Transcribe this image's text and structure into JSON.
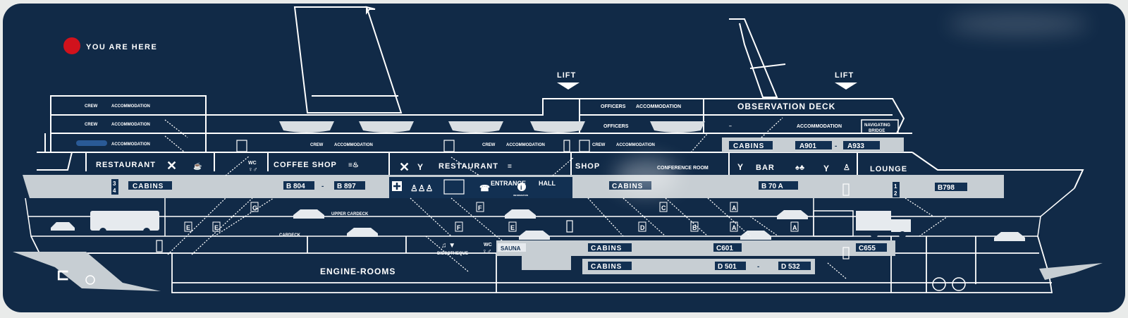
{
  "legend": {
    "label": "YOU ARE HERE",
    "marker_color": "#d1121c"
  },
  "lifts": [
    "LIFT",
    "LIFT"
  ],
  "crew_rows": [
    "CREW",
    "CREW",
    "CREW"
  ],
  "accommodation_word": "ACCOMMODATION",
  "officers_rows": [
    "OFFICERS",
    "OFFICERS"
  ],
  "observation_deck": "OBSERVATION DECK",
  "navigating_bridge": [
    "NAVIGATING",
    "BRIDGE"
  ],
  "cabins_upper": {
    "label": "CABINS",
    "from": "A901",
    "dash": "-",
    "to": "A933"
  },
  "public_deck": {
    "restaurant_aft": "RESTAURANT",
    "wc": "WC",
    "coffee_shop": "COFFEE SHOP",
    "restaurant_mid": "RESTAURANT",
    "shop": "SHOP",
    "conference_room": "CONFERENCE ROOM",
    "bar": "BAR",
    "lounge": "LOUNGE"
  },
  "entrance_hall": {
    "left": "ENTRANCE",
    "right": "HALL",
    "info": "i",
    "info_caption": "INFORMATION"
  },
  "cabins_mid": {
    "label_aft": "CABINS",
    "b_from": "B 804",
    "dash": "-",
    "b_to": "B 897",
    "label_fwd": "CABINS",
    "b70": "B 70 A",
    "b798": "B798",
    "deck_numbers": [
      "3",
      "4",
      "1",
      "2"
    ]
  },
  "car_decks": {
    "upper": "UPPER CARDECK",
    "lower": "CARDECK"
  },
  "lower_decks": {
    "wc": "WC",
    "discotheque": "DISCOTHEQUE",
    "sauna": "SAUNA",
    "cabins_c": "CABINS",
    "c_from": "C601",
    "c_to": "C655",
    "cabins_d": "CABINS",
    "d_from": "D 501",
    "d_dash": "-",
    "d_to": "D 532",
    "engine_rooms": "ENGINE-ROOMS"
  },
  "stair_letters": [
    "G",
    "E",
    "E",
    "F",
    "F",
    "E",
    "D",
    "C",
    "B",
    "A",
    "A",
    "A"
  ],
  "colors": {
    "board": "#112a47",
    "line": "#ffffff",
    "band": "#c7ced3",
    "marker": "#d1121c"
  }
}
